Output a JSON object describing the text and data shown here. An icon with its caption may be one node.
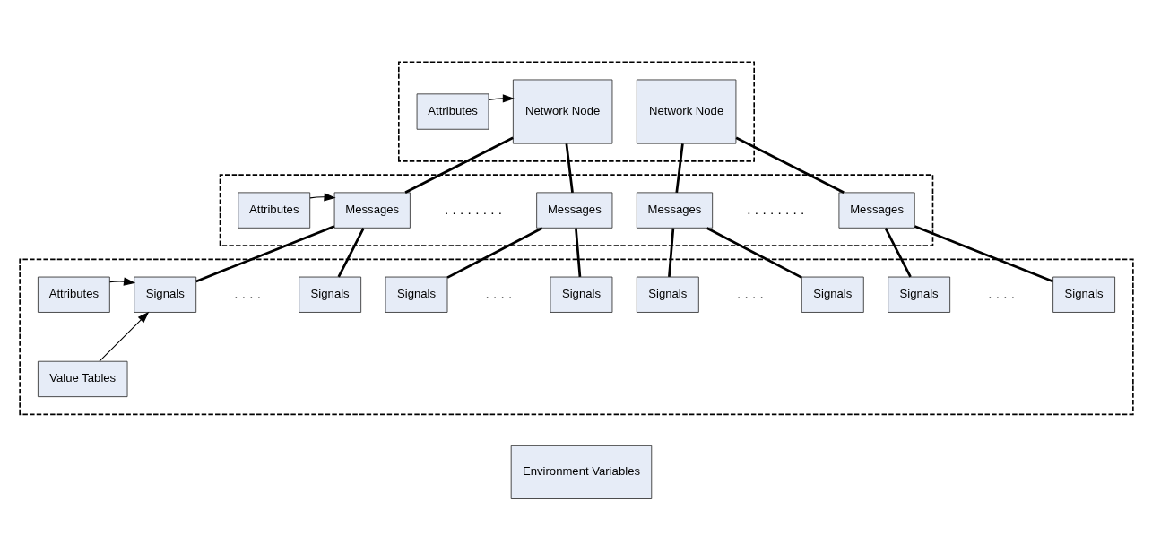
{
  "diagram": {
    "nodes": [
      {
        "text": [],
        "shape": "box"
      },
      {
        "text": [
          "Attributes"
        ],
        "in": 0
      },
      {
        "text": [
          "Network Node"
        ],
        "in": 0
      },
      {
        "text": [
          "Network Node"
        ],
        "in": 0
      },
      {
        "text": [],
        "shape": "box"
      },
      {
        "text": [
          "Attributes"
        ],
        "in": 4
      },
      {
        "text": [
          "Messages"
        ],
        "in": 4
      },
      {
        "text": [
          "Messages"
        ],
        "in": 4
      },
      {
        "text": [
          "Messages"
        ],
        "in": 4
      },
      {
        "text": [
          "Messages"
        ],
        "in": 4
      },
      {
        "text": [],
        "shape": "box"
      },
      {
        "text": [
          "Attributes"
        ],
        "in": 10
      },
      {
        "text": [
          "Value Tables"
        ],
        "in": 10
      },
      {
        "text": [
          "Signals"
        ],
        "in": 10
      },
      {
        "text": [
          "Signals"
        ],
        "in": 10
      },
      {
        "text": [
          "Signals"
        ],
        "in": 10
      },
      {
        "text": [
          "Signals"
        ],
        "in": 10
      },
      {
        "text": [
          "Signals"
        ],
        "in": 10
      },
      {
        "text": [
          "Signals"
        ],
        "in": 10
      },
      {
        "text": [
          "Signals"
        ],
        "in": 10
      },
      {
        "text": [
          "Signals"
        ],
        "in": 10
      },
      {
        "text": [
          "Environment Variables"
        ]
      }
    ],
    "edges": [
      {
        "from": 1,
        "to": 2,
        "arrow": "to"
      },
      {
        "from": 2,
        "to": 6,
        "arrow": "none"
      },
      {
        "from": 2,
        "to": 7,
        "arrow": "none"
      },
      {
        "from": 3,
        "to": 8,
        "arrow": "none"
      },
      {
        "from": 3,
        "to": 9,
        "arrow": "none"
      },
      {
        "from": 5,
        "to": 6,
        "arrow": "to"
      },
      {
        "from": 6,
        "to": 13,
        "arrow": "none"
      },
      {
        "from": 6,
        "to": 14,
        "arrow": "none"
      },
      {
        "from": 7,
        "to": 15,
        "arrow": "none"
      },
      {
        "from": 7,
        "to": 16,
        "arrow": "none"
      },
      {
        "from": 8,
        "to": 17,
        "arrow": "none"
      },
      {
        "from": 8,
        "to": 18,
        "arrow": "none"
      },
      {
        "from": 9,
        "to": 19,
        "arrow": "none"
      },
      {
        "from": 9,
        "to": 20,
        "arrow": "none"
      },
      {
        "from": 11,
        "to": 13,
        "arrow": "to"
      },
      {
        "from": 12,
        "to": 13,
        "arrow": "to"
      }
    ],
    "labels": [
      ". . . . . . . .",
      ". . . . . . . .",
      ". . . .",
      ". . . .",
      ". . . .",
      ". . . ."
    ]
  }
}
